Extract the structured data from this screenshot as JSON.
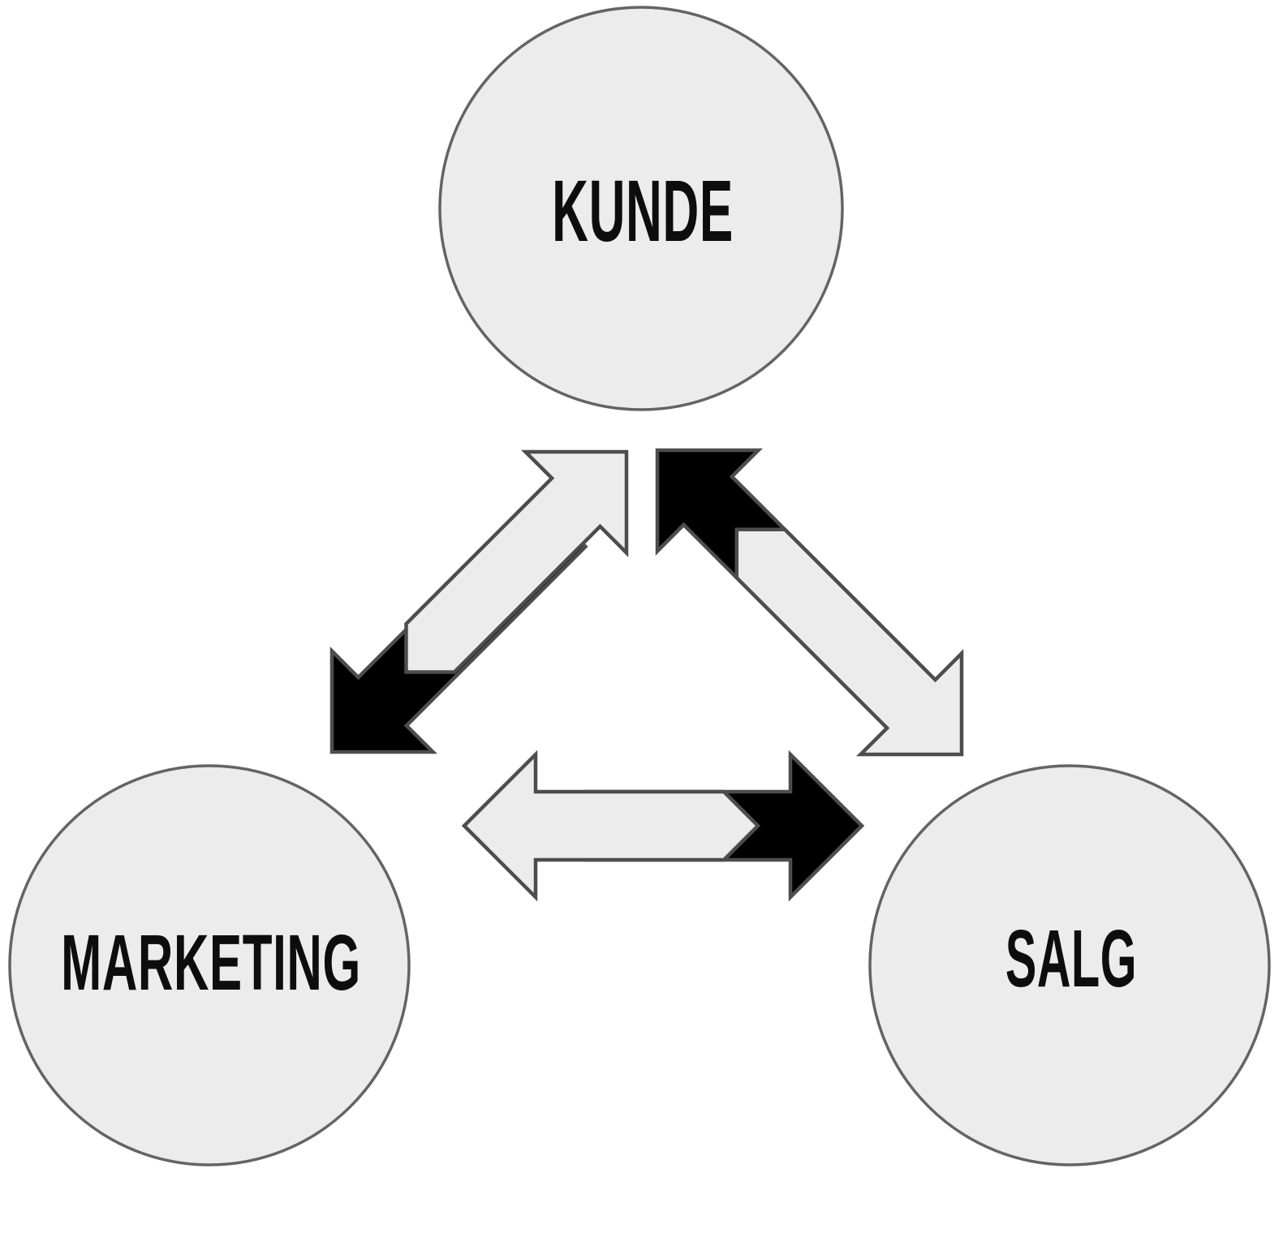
{
  "diagram": {
    "title": "",
    "background": "#ffffff",
    "nodes": {
      "kunde": {
        "label": "KUNDE"
      },
      "marketing": {
        "label": "MARKETING"
      },
      "salg": {
        "label": "SALG"
      }
    },
    "colors": {
      "node_fill": "#ececec",
      "node_stroke": "#646464",
      "arrow_light_fill": "#ececec",
      "arrow_dark_fill": "#000000",
      "arrow_stroke": "#4d4d4d",
      "label_color": "#0d0d0d"
    },
    "connections": [
      {
        "between": [
          "kunde",
          "marketing"
        ],
        "light_arrow_points_to": "kunde",
        "dark_arrow_points_to": "marketing"
      },
      {
        "between": [
          "kunde",
          "salg"
        ],
        "light_arrow_points_to": "salg",
        "dark_arrow_points_to": "kunde"
      },
      {
        "between": [
          "marketing",
          "salg"
        ],
        "light_arrow_points_to": "marketing",
        "dark_arrow_points_to": "salg"
      }
    ]
  }
}
